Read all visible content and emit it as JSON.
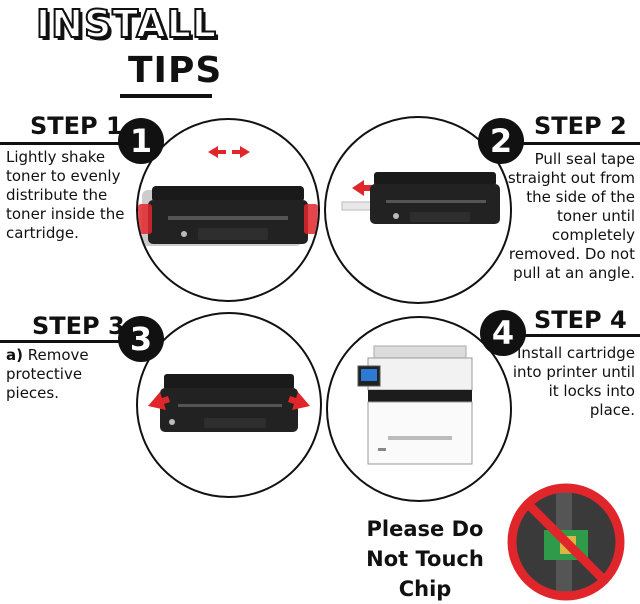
{
  "title": {
    "line1": "INSTALL",
    "line2": "TIPS"
  },
  "steps": [
    {
      "label": "STEP 1",
      "number": "1",
      "text": "Lightly shake toner to evenly distribute the toner inside the cartridge."
    },
    {
      "label": "STEP 2",
      "number": "2",
      "text": "Pull seal tape straight out from the side of the toner until completely removed. Do not pull at an angle."
    },
    {
      "label": "STEP 3",
      "number": "3",
      "prefix": "a)",
      "text": "Remove protective pieces."
    },
    {
      "label": "STEP 4",
      "number": "4",
      "text": "Install cartridge into printer until it locks into place."
    }
  ],
  "chip_warning": "Please Do Not Touch Chip",
  "colors": {
    "accent_red": "#e0262b",
    "ink": "#111111"
  }
}
